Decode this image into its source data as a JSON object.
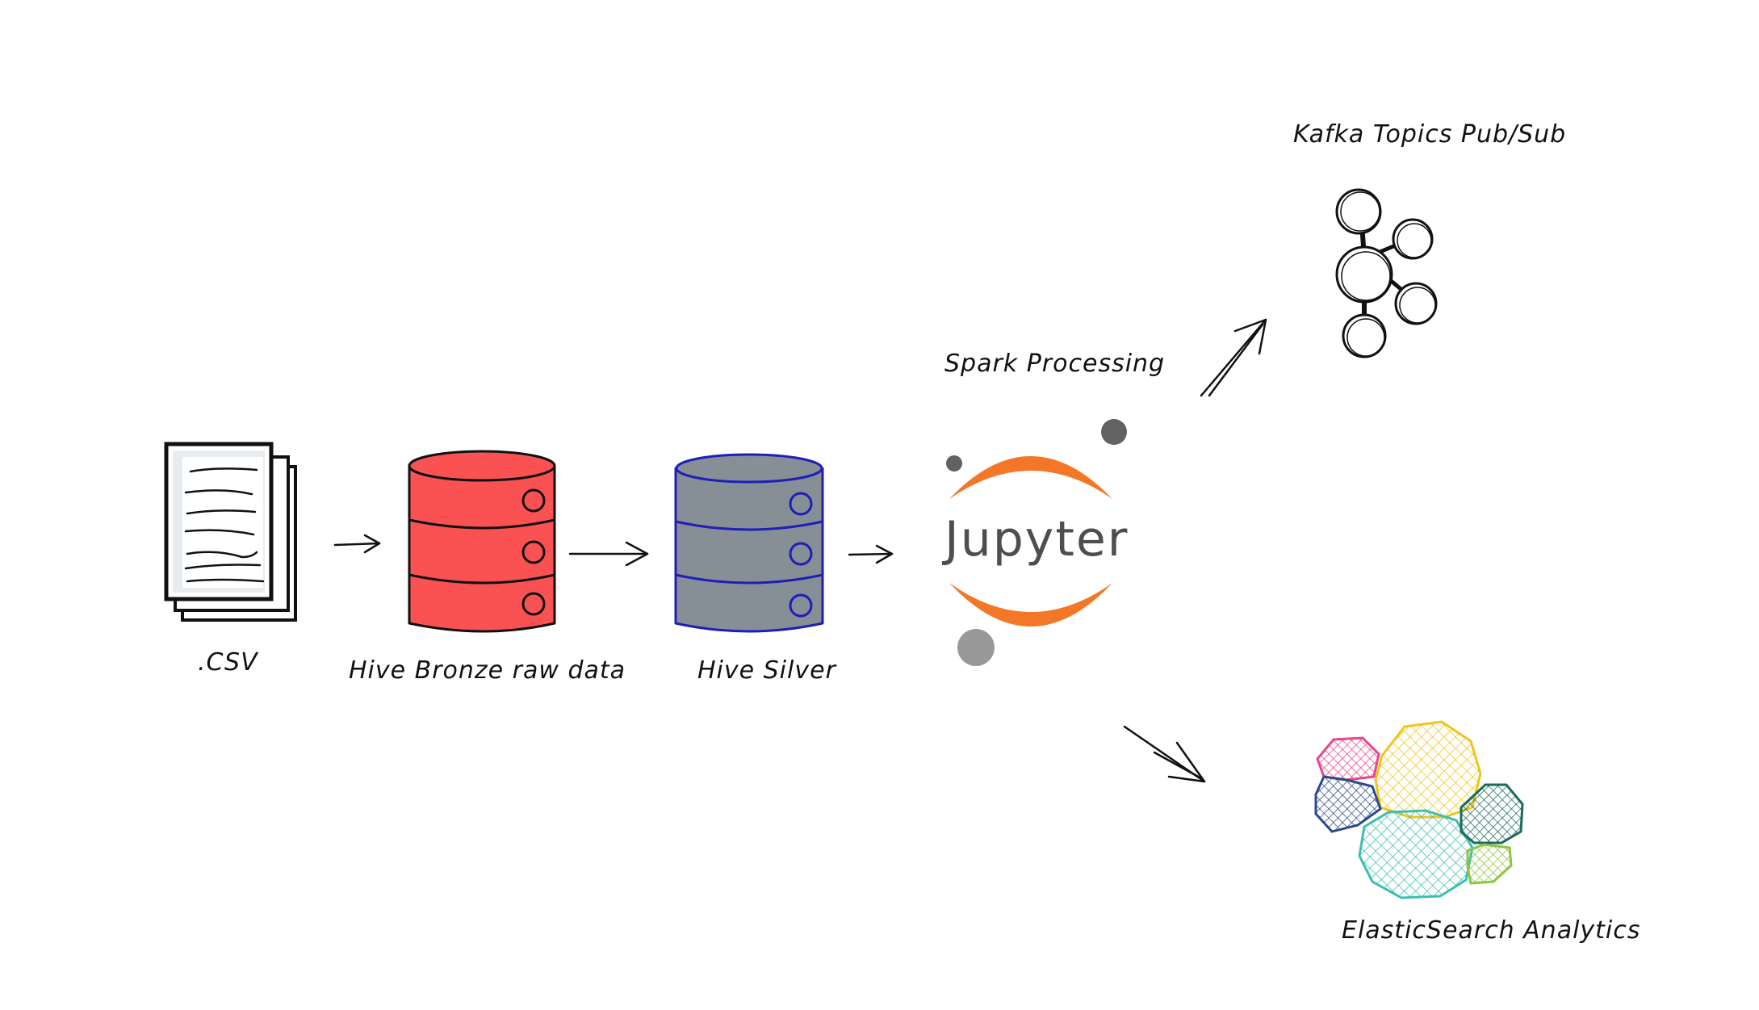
{
  "labels": {
    "csv": ".CSV",
    "bronze": "Hive Bronze raw data",
    "silver": "Hive Silver",
    "spark": "Spark Processing",
    "kafka": "Kafka Topics Pub/Sub",
    "elastic": "ElasticSearch Analytics"
  },
  "jupyter": {
    "wordmark": "Jupyter"
  },
  "icons": {
    "csv": "document-stack-icon",
    "bronze": "database-icon",
    "silver": "database-icon",
    "spark": "jupyter-logo-icon",
    "kafka": "kafka-graph-icon",
    "elastic": "elasticsearch-logo-icon"
  },
  "colors": {
    "bronze": "#fa5252",
    "silver": "#868e96",
    "silver_stroke": "#1f1fb8",
    "jupyter_orange": "#f37726",
    "jupyter_gray": "#616262",
    "elastic_yellow": "#f0c419",
    "elastic_teal": "#3ebeb0",
    "elastic_pink": "#e8478b",
    "elastic_navy": "#2c4a8c",
    "elastic_green": "#1b6b5a",
    "elastic_lime": "#8cc63f"
  }
}
